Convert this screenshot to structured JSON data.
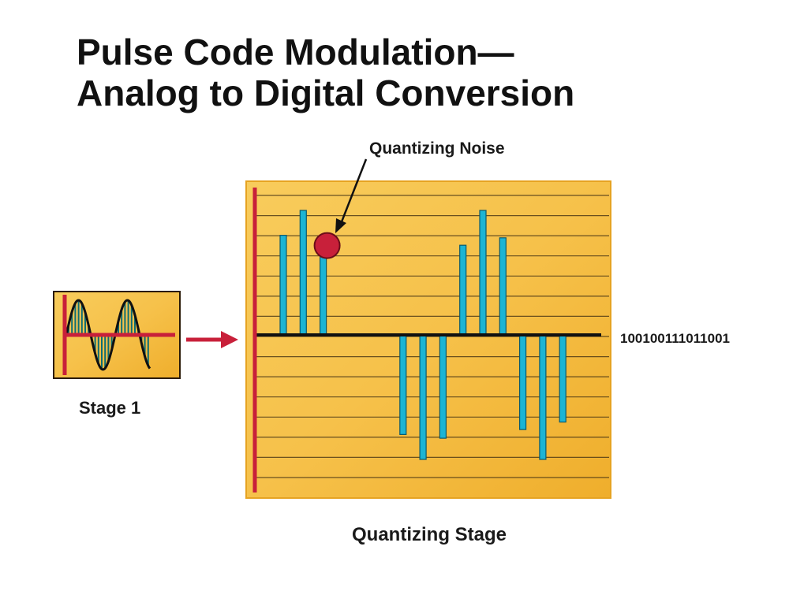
{
  "title": {
    "line1": "Pulse Code Modulation—",
    "line2": "Analog to Digital Conversion"
  },
  "labels": {
    "stage1": "Stage 1",
    "quantizing_stage": "Quantizing Stage",
    "quantizing_noise": "Quantizing Noise",
    "bit_stream": "100100111011001"
  },
  "colors": {
    "panel_fill": "#f6c14a",
    "panel_edge": "#e9a21f",
    "sample_bar": "#1cb4d4",
    "axis_red": "#c8203a",
    "noise_dot": "#c8203a",
    "grid_line": "#3a2a10"
  },
  "quantizing_panel": {
    "level_count": 15,
    "samples": [
      0.8,
      1.0,
      0.68,
      0.0,
      0.0,
      0.0,
      -0.8,
      -1.0,
      -0.83,
      0.72,
      1.0,
      0.78,
      -0.76,
      -1.0,
      -0.7
    ],
    "noise_marker_sample_index": 2
  }
}
